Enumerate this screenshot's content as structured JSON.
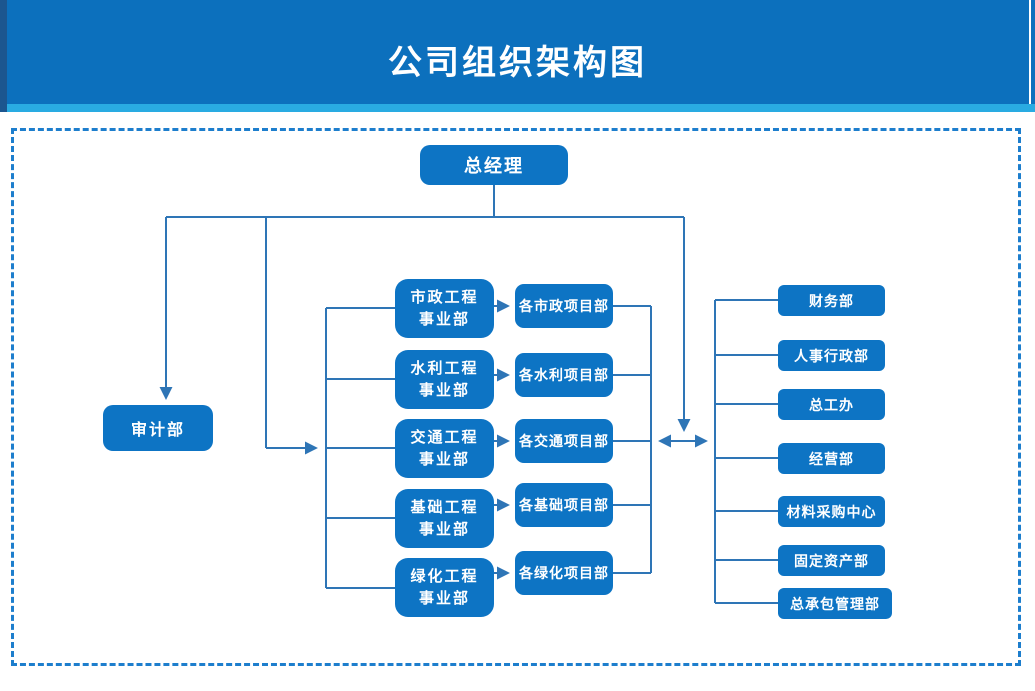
{
  "title": "公司组织架构图",
  "colors": {
    "header_blue": "#0c70bd",
    "accent_cyan": "#29abe2",
    "left_edge_navy": "#1c568f",
    "node_blue": "#0d74c4",
    "connector_blue": "#2e75b6",
    "dashed_border_blue": "#1d7ecd"
  },
  "nodes": {
    "general_manager": "总经理",
    "audit": "审计部",
    "divisions": [
      {
        "line1": "市政工程",
        "line2": "事业部"
      },
      {
        "line1": "水利工程",
        "line2": "事业部"
      },
      {
        "line1": "交通工程",
        "line2": "事业部"
      },
      {
        "line1": "基础工程",
        "line2": "事业部"
      },
      {
        "line1": "绿化工程",
        "line2": "事业部"
      }
    ],
    "projects": [
      {
        "label": "各市政项目部"
      },
      {
        "label": "各水利项目部"
      },
      {
        "label": "各交通项目部"
      },
      {
        "label": "各基础项目部"
      },
      {
        "label": "各绿化项目部"
      }
    ],
    "departments": [
      {
        "label": "财务部"
      },
      {
        "label": "人事行政部"
      },
      {
        "label": "总工办"
      },
      {
        "label": "经营部"
      },
      {
        "label": "材料采购中心"
      },
      {
        "label": "固定资产部"
      },
      {
        "label": "总承包管理部"
      }
    ]
  }
}
